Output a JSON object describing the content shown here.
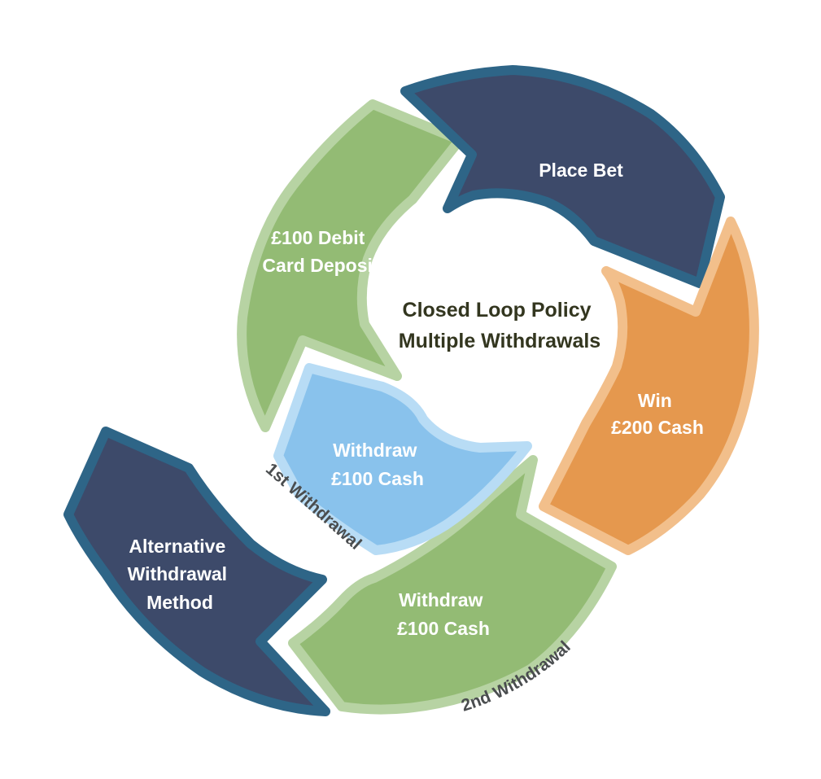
{
  "diagram": {
    "center": {
      "line1": "Closed Loop Policy",
      "line2": "Multiple Withdrawals"
    },
    "segments": [
      {
        "id": "deposit",
        "lines": [
          "£100 Debit",
          "Card Deposit"
        ],
        "fill": "#93bb74",
        "stroke": "#b7d3a3"
      },
      {
        "id": "place-bet",
        "lines": [
          "Place Bet"
        ],
        "fill": "#3d4a6a",
        "stroke": "#2e6587"
      },
      {
        "id": "win",
        "lines": [
          "Win",
          "£200 Cash"
        ],
        "fill": "#e5984e",
        "stroke": "#f2bf8b"
      },
      {
        "id": "withdraw-2",
        "lines": [
          "Withdraw",
          "£100 Cash"
        ],
        "fill": "#93bb74",
        "stroke": "#b7d3a3"
      },
      {
        "id": "withdraw-1",
        "lines": [
          "Withdraw",
          "£100 Cash"
        ],
        "fill": "#89c2ec",
        "stroke": "#b8dcf5"
      },
      {
        "id": "alternative",
        "lines": [
          "Alternative",
          "Withdrawal",
          "Method"
        ],
        "fill": "#3d4a6a",
        "stroke": "#2e6587"
      }
    ],
    "arc_labels": {
      "first": "1st Withdrawal",
      "second": "2nd Withdrawal",
      "color": "#4a4d4f"
    }
  }
}
